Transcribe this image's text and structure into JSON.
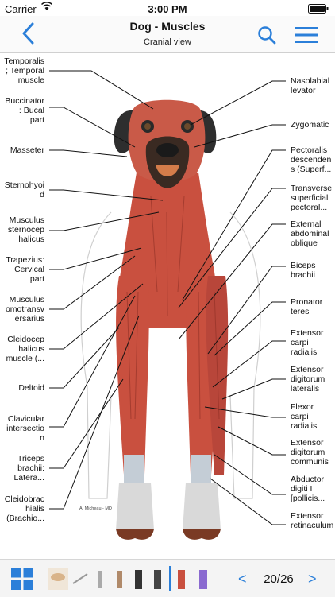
{
  "status_bar": {
    "carrier": "Carrier",
    "time": "3:00 PM"
  },
  "nav": {
    "title": "Dog - Muscles",
    "subtitle": "Cranial view"
  },
  "labels_left": [
    "Temporalis\n; Temporal\nmuscle",
    "Buccinator\n: Bucal\npart",
    "Masseter",
    "Sternohyoi\nd",
    "Musculus\nsternocep\nhalicus",
    "Trapezius:\nCervical\npart",
    "Musculus\nomotransv\nersarius",
    "Cleidocep\nhalicus\nmuscle (...",
    "Deltoid",
    "Clavicular\nintersectio\nn",
    "Triceps\nbrachii:\nLatera...",
    "Cleidobrac\nhialis\n(Brachio..."
  ],
  "labels_right": [
    "Nasolabial\nlevator",
    "Zygomatic",
    "Pectoralis\ndescenden\ns (Superf...",
    "Transverse\nsuperficial\npectoral...",
    "External\nabdominal\noblique",
    "Biceps\nbrachii",
    "Pronator\nteres",
    "Extensor\ncarpi\nradialis",
    "Extensor\ndigitorum\nlateralis",
    "Flexor\ncarpi\nradialis",
    "Extensor\ndigitorum\ncommunis",
    "Abductor\ndigiti I\n[pollicis...",
    "Extensor\nretinaculum"
  ],
  "credit": "A. Micheau - MD",
  "pager": {
    "prev": "<",
    "page": "20/26",
    "next": ">"
  },
  "colors": {
    "accent": "#2b7fd9",
    "muscle": "#c9503f"
  },
  "icons": [
    "back-chevron-icon",
    "search-icon",
    "menu-icon",
    "grid-icon",
    "wifi-icon",
    "battery-icon"
  ]
}
